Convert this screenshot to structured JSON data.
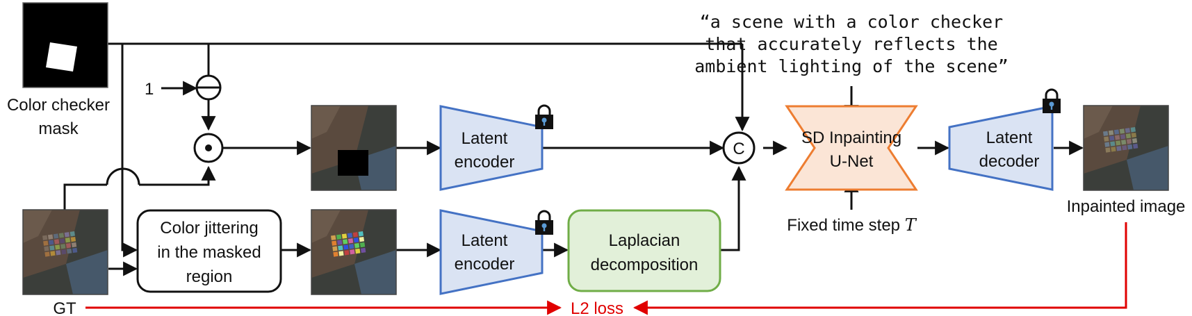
{
  "labels": {
    "mask": [
      "Color checker",
      "mask"
    ],
    "one": "1",
    "circle_c": "C",
    "jitter": [
      "Color jittering",
      "in the masked",
      "region"
    ],
    "encoder": [
      "Latent",
      "encoder"
    ],
    "laplacian": [
      "Laplacian",
      "decomposition"
    ],
    "unet": [
      "SD Inpainting",
      "U-Net"
    ],
    "decoder": [
      "Latent",
      "decoder"
    ],
    "fixed_time": "Fixed time step ",
    "fixed_time_var": "T",
    "output": "Inpainted image",
    "gt": "GT",
    "loss": "L2 loss"
  },
  "prompt": [
    "“a scene with a color checker",
    "that accurately reflects the",
    "ambient lighting of the scene”"
  ],
  "colors": {
    "encoder_fill": "#dae3f3",
    "encoder_stroke": "#4472c4",
    "unet_fill": "#fbe5d6",
    "unet_stroke": "#ed7d31",
    "laplacian_fill": "#e2f0d9",
    "laplacian_stroke": "#70ad47",
    "loss": "#e00000"
  },
  "icons": [
    "lock-icon",
    "subtract-operator-icon",
    "multiply-operator-icon",
    "concat-operator-icon"
  ]
}
